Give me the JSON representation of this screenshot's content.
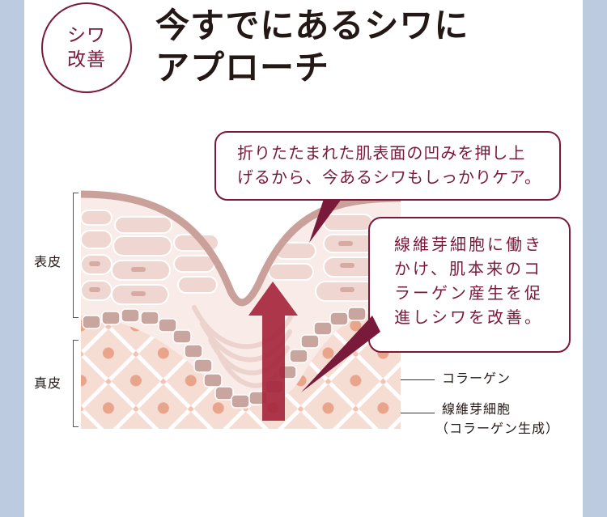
{
  "badge": {
    "line1": "シワ",
    "line2": "改善"
  },
  "title": {
    "line1": "今すでにあるシワに",
    "line2": "アプローチ"
  },
  "callouts": [
    {
      "lines": [
        "折りたたまれた肌表面の凹みを押し上",
        "げるから、今あるシワもしっかりケア。"
      ]
    },
    {
      "lines": [
        "線維芽細胞に働き",
        "かけ、肌本来のコ",
        "ラーゲン産生を促",
        "進しシワを改善。"
      ]
    }
  ],
  "layers": {
    "epidermis": "表皮",
    "dermis": "真皮"
  },
  "legend": {
    "collagen": "コラーゲン",
    "fibroblast": "線維芽細胞",
    "fibroblast_note": "（コラーゲン生成）"
  },
  "colors": {
    "accent": "#7a1a3a",
    "side_panel": "#bccbe0",
    "arrow": "#a6263d",
    "skin_surface": "#c9a09a",
    "collagen_dot": "#e9a58c"
  },
  "diagram": {
    "icon": "skin-cross-section",
    "arrow": "up-arrow"
  }
}
